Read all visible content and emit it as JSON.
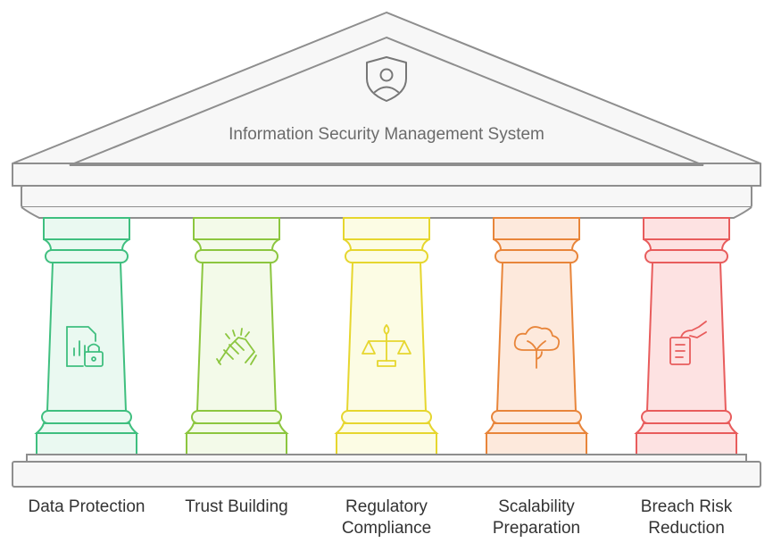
{
  "title": "Information Security Management System",
  "header_icon": "shield-user-icon",
  "pillars": [
    {
      "label_lines": [
        "Data Protection"
      ],
      "icon": "document-chart-lock-icon",
      "stroke": "#3fbf7f",
      "fill": "#eaf9f1"
    },
    {
      "label_lines": [
        "Trust Building"
      ],
      "icon": "handshake-icon",
      "stroke": "#8cc63f",
      "fill": "#f3fae9"
    },
    {
      "label_lines": [
        "Regulatory",
        "Compliance"
      ],
      "icon": "scales-icon",
      "stroke": "#e6d62e",
      "fill": "#fcfce4"
    },
    {
      "label_lines": [
        "Scalability",
        "Preparation"
      ],
      "icon": "cloud-growth-icon",
      "stroke": "#e8853a",
      "fill": "#fde9dc"
    },
    {
      "label_lines": [
        "Breach Risk",
        "Reduction"
      ],
      "icon": "hand-document-icon",
      "stroke": "#e85c5c",
      "fill": "#fde2e2"
    }
  ],
  "colors": {
    "structure_stroke": "#8e8e8e",
    "structure_fill": "#f7f7f7"
  }
}
